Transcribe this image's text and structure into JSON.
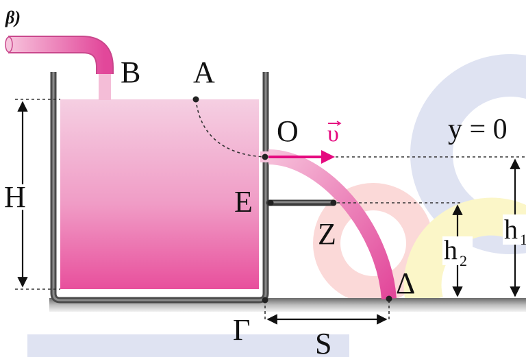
{
  "figure": {
    "part_label": "β)",
    "point_labels": {
      "B": "B",
      "A": "A",
      "O": "O",
      "E": "E",
      "Z": "Z",
      "Gamma": "Γ",
      "Delta": "Δ"
    },
    "dimension_labels": {
      "H": "H",
      "h1": "h",
      "h1_subscript": "1",
      "h2": "h",
      "h2_subscript": "2",
      "S": "S"
    },
    "reference_line_label": "y = 0",
    "velocity_label": "υ",
    "colors": {
      "liquid_top": "#f4c6dd",
      "liquid_bottom": "#e9559e",
      "jet": "#e8509a",
      "velocity_arrow": "#e5097f",
      "tank_wall": "#555555",
      "background_blue": "#dfe3f2",
      "background_pink": "#fbd9d8",
      "background_yellow": "#fbf6c8"
    }
  }
}
